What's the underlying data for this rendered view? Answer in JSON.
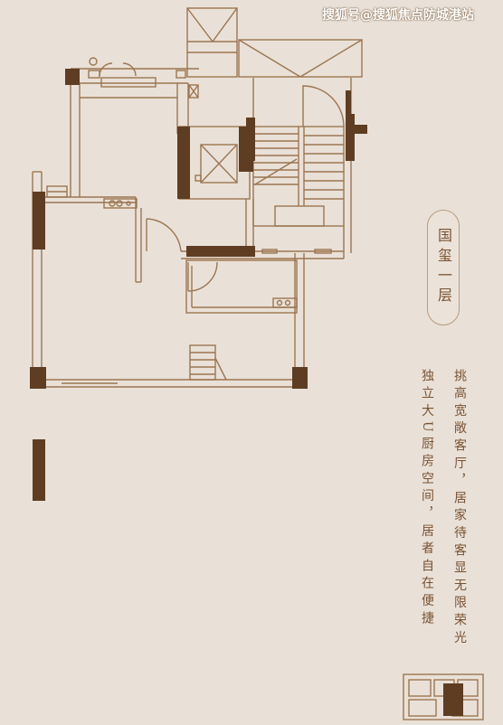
{
  "watermark": "搜狐号@搜狐焦点防城港站",
  "floor_label": "国玺一层",
  "description": {
    "line1": "挑高宽敞客厅，居家待客显无限荣光",
    "line2": "独立大U厨房空间，居者自在便捷"
  },
  "colors": {
    "background": "#e9e1d8",
    "wall": "#9c7550",
    "column": "#5e3d22",
    "text": "#7a5230",
    "badge_border": "#b89b7c"
  }
}
